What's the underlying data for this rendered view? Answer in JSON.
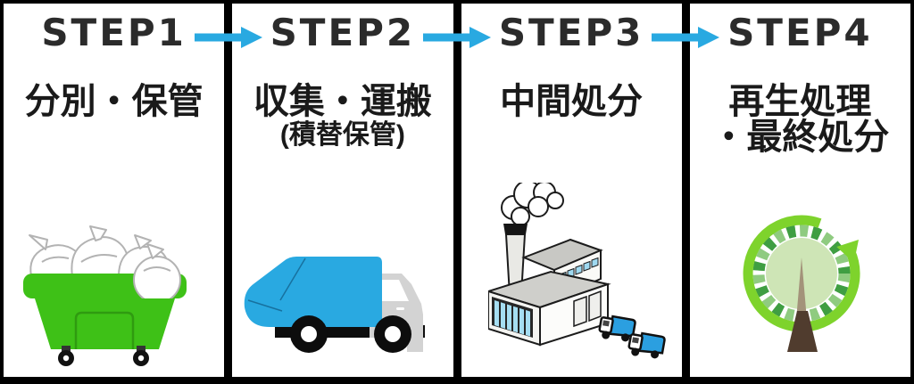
{
  "diagram": {
    "type": "process-flow",
    "direction": "left-to-right",
    "colors": {
      "arrow_blue": "#29A9E1",
      "bin_green": "#3EC117",
      "truck_blue": "#29A9E1",
      "recycle_ring_green": "#7ED32C",
      "leaf_dark_green": "#3F9E42",
      "leaf_light_green": "#8FCB80",
      "trunk_brown": "#503C2E",
      "step_text": "#2B2B2B",
      "divider_black": "#000000"
    }
  },
  "steps": [
    {
      "label": "STEP1",
      "title": "分別・保管",
      "illustration": "green-trash-container-with-bags"
    },
    {
      "label": "STEP2",
      "title": "収集・運搬",
      "subtitle": "(積替保管)",
      "illustration": "blue-garbage-truck"
    },
    {
      "label": "STEP3",
      "title": "中間処分",
      "illustration": "factory-with-small-trucks"
    },
    {
      "label": "STEP4",
      "title": "再生処理",
      "title_line2": "・最終処分",
      "illustration": "tree-with-recycle-arrow"
    }
  ],
  "arrows": [
    {
      "icon": "right-arrow",
      "from": "STEP1",
      "to": "STEP2"
    },
    {
      "icon": "right-arrow",
      "from": "STEP2",
      "to": "STEP3"
    },
    {
      "icon": "right-arrow",
      "from": "STEP3",
      "to": "STEP4"
    }
  ]
}
